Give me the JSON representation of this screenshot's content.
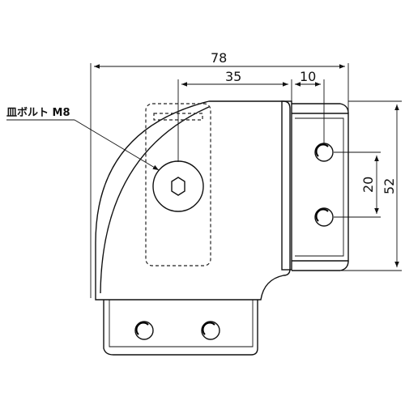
{
  "drawing": {
    "label_bolt": "皿ボルト M8",
    "dim_total_width": "78",
    "dim_bolt_offset": "35",
    "dim_flange": "10",
    "dim_hole_pitch": "20",
    "dim_height": "52"
  },
  "colors": {
    "line": "#111111",
    "background": "#ffffff"
  }
}
